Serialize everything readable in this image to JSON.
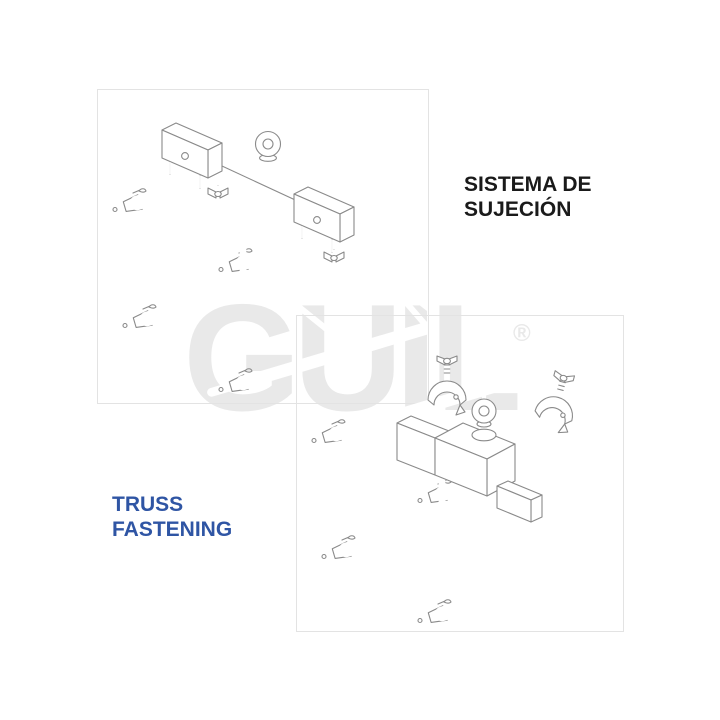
{
  "watermark": {
    "text": "GUIL",
    "registered": "®",
    "color": "#e9e9e9"
  },
  "labels": {
    "spanish": "SISTEMA DE SUJECIÓN",
    "spanish_color": "#1a1a1a",
    "english": "TRUSS FASTENING",
    "english_color": "#2f55a4"
  },
  "drawings": {
    "line_color": "#8a8a8a",
    "box_border_color": "#e3e3e3",
    "figure1": "truss-with-girder-clamp-fastening-and-lifting-eye",
    "figure2": "truss-with-half-coupler-clamps-and-lifting-eye"
  }
}
